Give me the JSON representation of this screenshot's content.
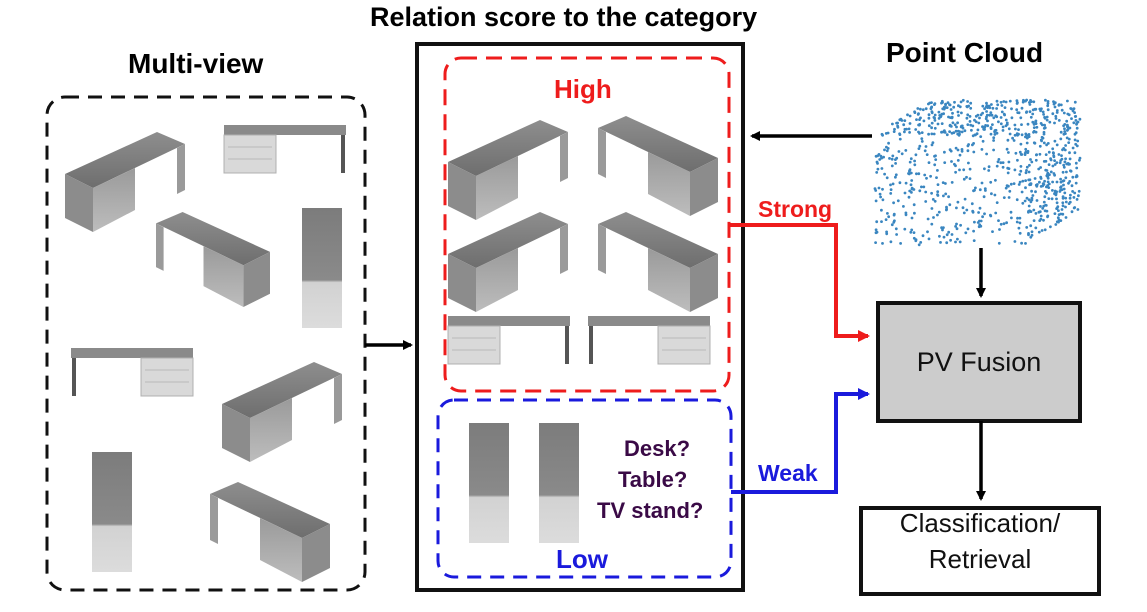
{
  "multiview": {
    "title": "Multi-view"
  },
  "relation": {
    "title": "Relation score to the category",
    "high_label": "High",
    "low_label": "Low",
    "questions": [
      "Desk?",
      "Table?",
      "TV stand?"
    ]
  },
  "pointcloud": {
    "title": "Point Cloud"
  },
  "links": {
    "strong": "Strong",
    "weak": "Weak"
  },
  "fusion": {
    "label": "PV Fusion"
  },
  "output": {
    "line1": "Classification/",
    "line2": "Retrieval"
  },
  "colors": {
    "high": "#ee1c1c",
    "low": "#1a1adc",
    "fusion_fill": "#cccccc",
    "points": "#3a86c0",
    "question_text": "#3a0a46"
  }
}
